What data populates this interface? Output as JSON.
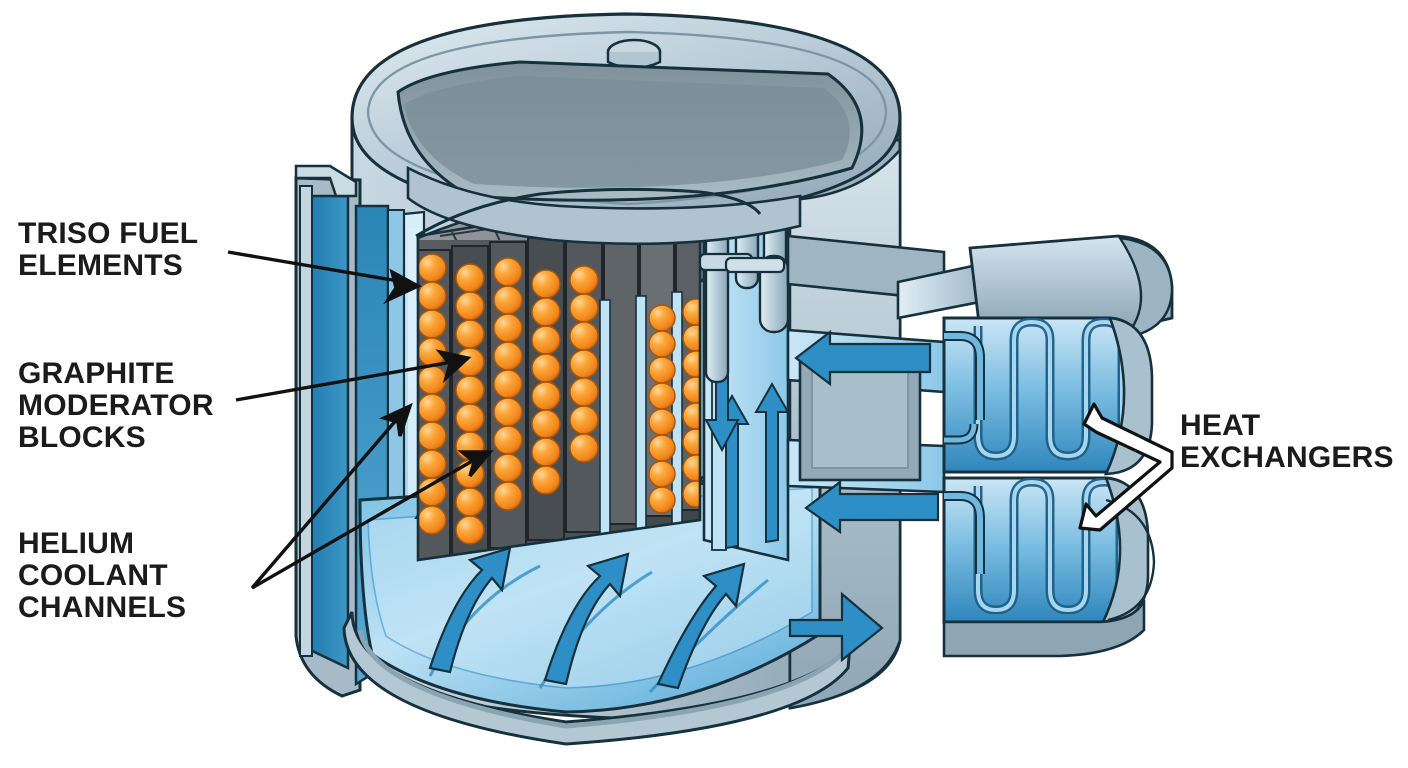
{
  "diagram": {
    "subject": "High-temperature gas-cooled nuclear reactor cutaway",
    "labels": {
      "triso": "TRISO FUEL\nELEMENTS",
      "graphite": "GRAPHITE\nMODERATOR\nBLOCKS",
      "helium": "HELIUM\nCOOLANT\nCHANNELS",
      "heat_exchangers": "HEAT\nEXCHANGERS"
    },
    "colors": {
      "fuel_sphere": "#F7941E",
      "fuel_sphere_light": "#FDC070",
      "graphite_dark": "#4C4C4C",
      "graphite_mid": "#7D8287",
      "graphite_light": "#A9AEB3",
      "vessel_steel": "#BCCCD6",
      "vessel_steel_dark": "#8FA3AE",
      "coolant_light": "#BFE2F4",
      "coolant_mid": "#62B4E0",
      "coolant_deep": "#2B85B5",
      "arrow_blue": "#2E8FC6",
      "outline": "#16303C",
      "label_text": "#1B1B1B"
    },
    "parts": {
      "vessel_head": "reactor pressure vessel head",
      "core": "graphite block core with TRISO fuel columns",
      "control_rods": "control rod drive standpipes",
      "plenum": "lower coolant plenum",
      "hx_upper": "upper helical heat exchanger",
      "hx_lower": "lower helical heat exchanger",
      "duct": "hot gas cross duct"
    },
    "flow": {
      "up_arrows": 3,
      "core_inlet_arrows": 7,
      "riser_arrows": 3,
      "return_arrow": 1,
      "hx_outlet_arrows": 2
    }
  }
}
